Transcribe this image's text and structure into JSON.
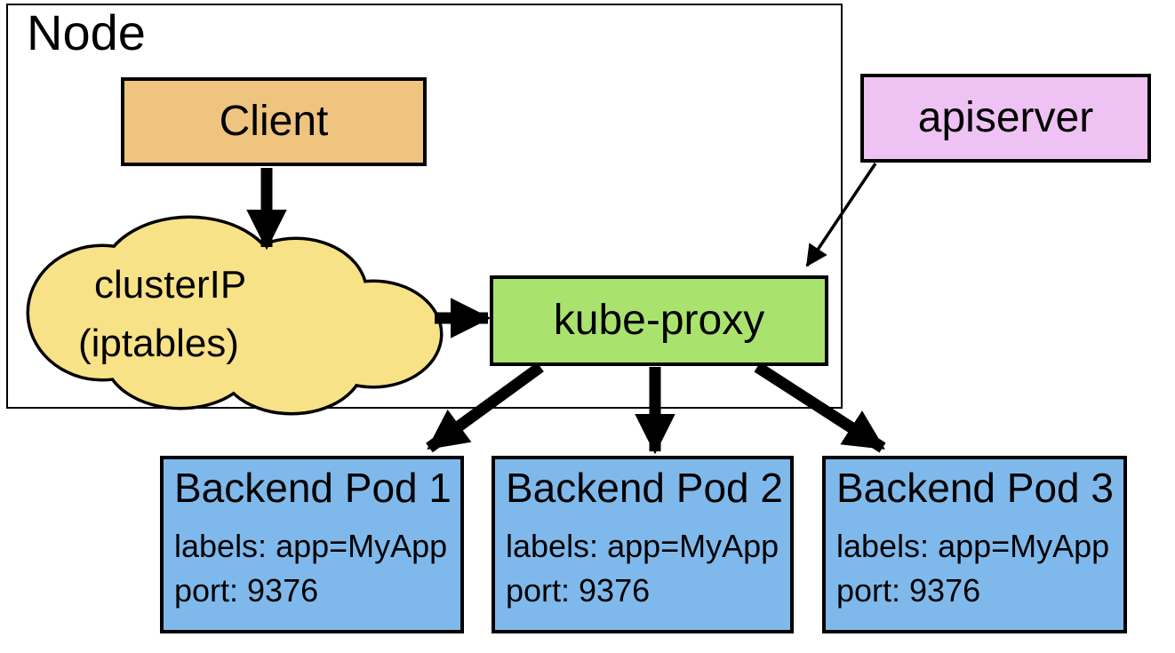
{
  "colors": {
    "background": "#ffffff",
    "outline": "#000000",
    "client_fill": "#eec47f",
    "cluster_ip_fill": "#f8e287",
    "kube_proxy_fill": "#a9e36d",
    "apiserver_fill": "#efc2f4",
    "pod_fill": "#7fb9ec"
  },
  "node": {
    "label": "Node"
  },
  "client": {
    "label": "Client"
  },
  "cluster_ip": {
    "line1": "clusterIP",
    "line2": "(iptables)"
  },
  "kube_proxy": {
    "label": "kube-proxy"
  },
  "apiserver": {
    "label": "apiserver"
  },
  "pods": [
    {
      "title": "Backend Pod 1",
      "labels_line": "labels: app=MyApp",
      "port_line": "port: 9376"
    },
    {
      "title": "Backend Pod 2",
      "labels_line": "labels: app=MyApp",
      "port_line": "port: 9376"
    },
    {
      "title": "Backend Pod 3",
      "labels_line": "labels: app=MyApp",
      "port_line": "port: 9376"
    }
  ],
  "connections": [
    {
      "from": "Client",
      "to": "clusterIP (iptables)",
      "style": "thick-arrow"
    },
    {
      "from": "clusterIP (iptables)",
      "to": "kube-proxy",
      "style": "thick-arrow"
    },
    {
      "from": "apiserver",
      "to": "kube-proxy",
      "style": "thin-arrow"
    },
    {
      "from": "kube-proxy",
      "to": "Backend Pod 1",
      "style": "thick-arrow"
    },
    {
      "from": "kube-proxy",
      "to": "Backend Pod 2",
      "style": "thick-arrow"
    },
    {
      "from": "kube-proxy",
      "to": "Backend Pod 3",
      "style": "thick-arrow"
    }
  ]
}
